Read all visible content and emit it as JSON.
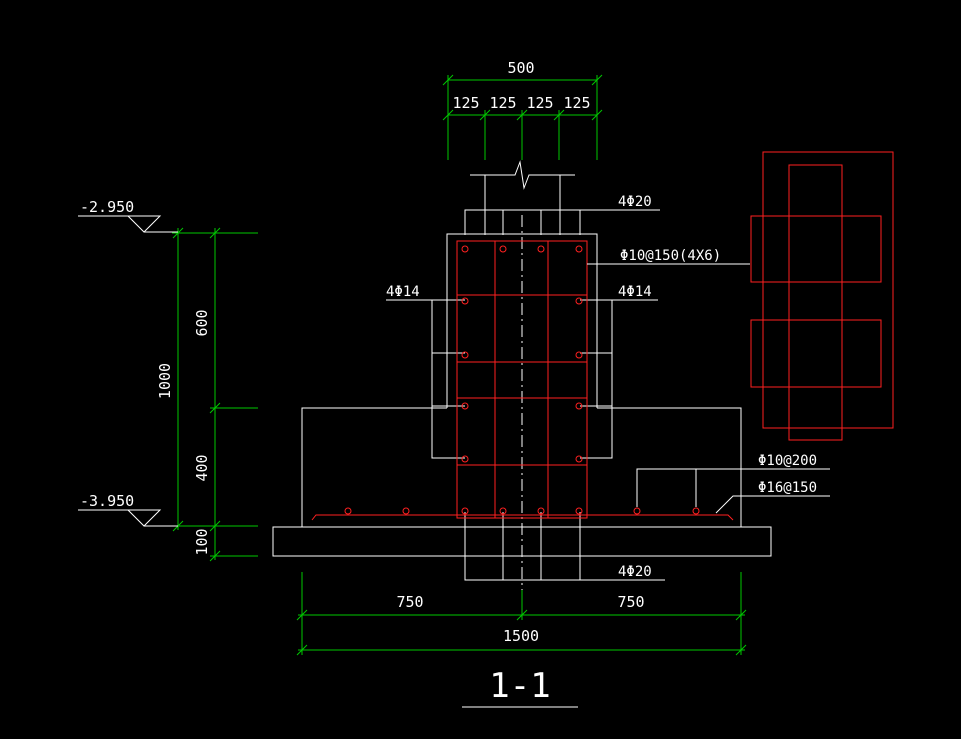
{
  "drawing": {
    "section_title": "1-1",
    "top_dims": {
      "overall": "500",
      "segments": [
        "125",
        "125",
        "125",
        "125"
      ]
    },
    "bottom_dims": {
      "left": "750",
      "right": "750",
      "overall": "1500"
    },
    "left_dims": {
      "upper": "600",
      "lower": "400",
      "overall": "1000",
      "slab": "100"
    },
    "levels": {
      "top": "-2.950",
      "bottom": "-3.950"
    },
    "rebar_labels": {
      "column_top": "4Φ20",
      "stirrup": "Φ10@150(4X6)",
      "side_left": "4Φ14",
      "side_right": "4Φ14",
      "distribution": "Φ10@200",
      "main_bottom": "Φ16@150",
      "column_bottom": "4Φ20"
    }
  }
}
